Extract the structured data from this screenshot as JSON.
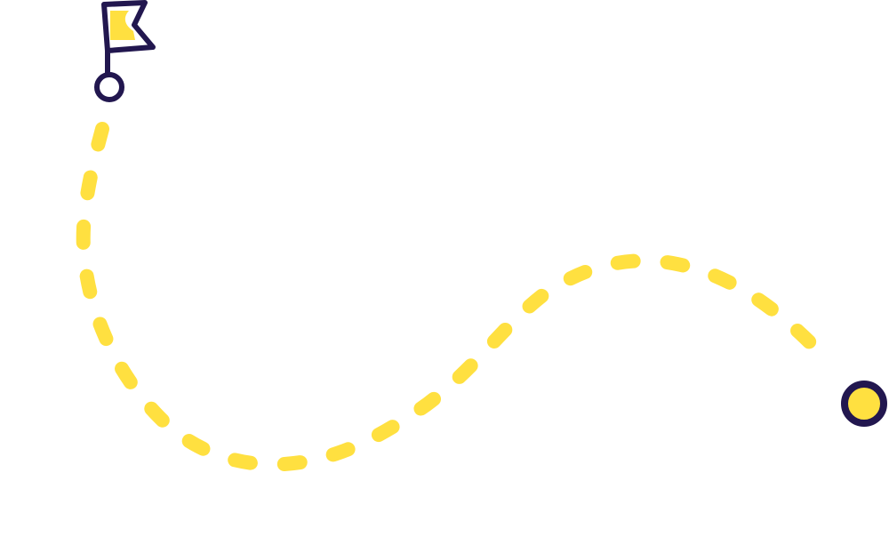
{
  "colors": {
    "navy": "#22174f",
    "yellow": "#ffe040",
    "background": "#ffffff"
  },
  "elements": {
    "start_marker": "flag-icon",
    "start_point": "start-circle",
    "route": "dashed-route-path",
    "end_point": "destination-circle"
  }
}
